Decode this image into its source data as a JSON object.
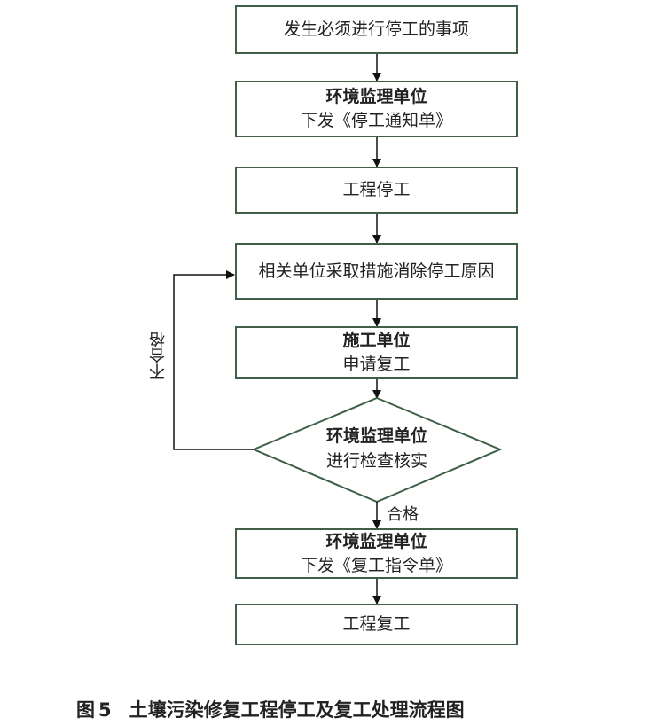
{
  "steps": {
    "s1": "发生必须进行停工的事项",
    "s2_title": "环境监理单位",
    "s2_body": "下发《停工通知单》",
    "s3": "工程停工",
    "s4": "相关单位采取措施消除停工原因",
    "s5_title": "施工单位",
    "s5_body": "申请复工",
    "decision_title": "环境监理单位",
    "decision_body": "进行检查核实",
    "s6_title": "环境监理单位",
    "s6_body": "下发《复工指令单》",
    "s7": "工程复工"
  },
  "labels": {
    "fail": "不合格",
    "pass": "合格"
  },
  "caption": {
    "prefix": "图",
    "number": "5",
    "text": "土壤污染修复工程停工及复工处理流程图"
  },
  "colors": {
    "box_border": "#3f5f46",
    "arrow": "#111111"
  }
}
